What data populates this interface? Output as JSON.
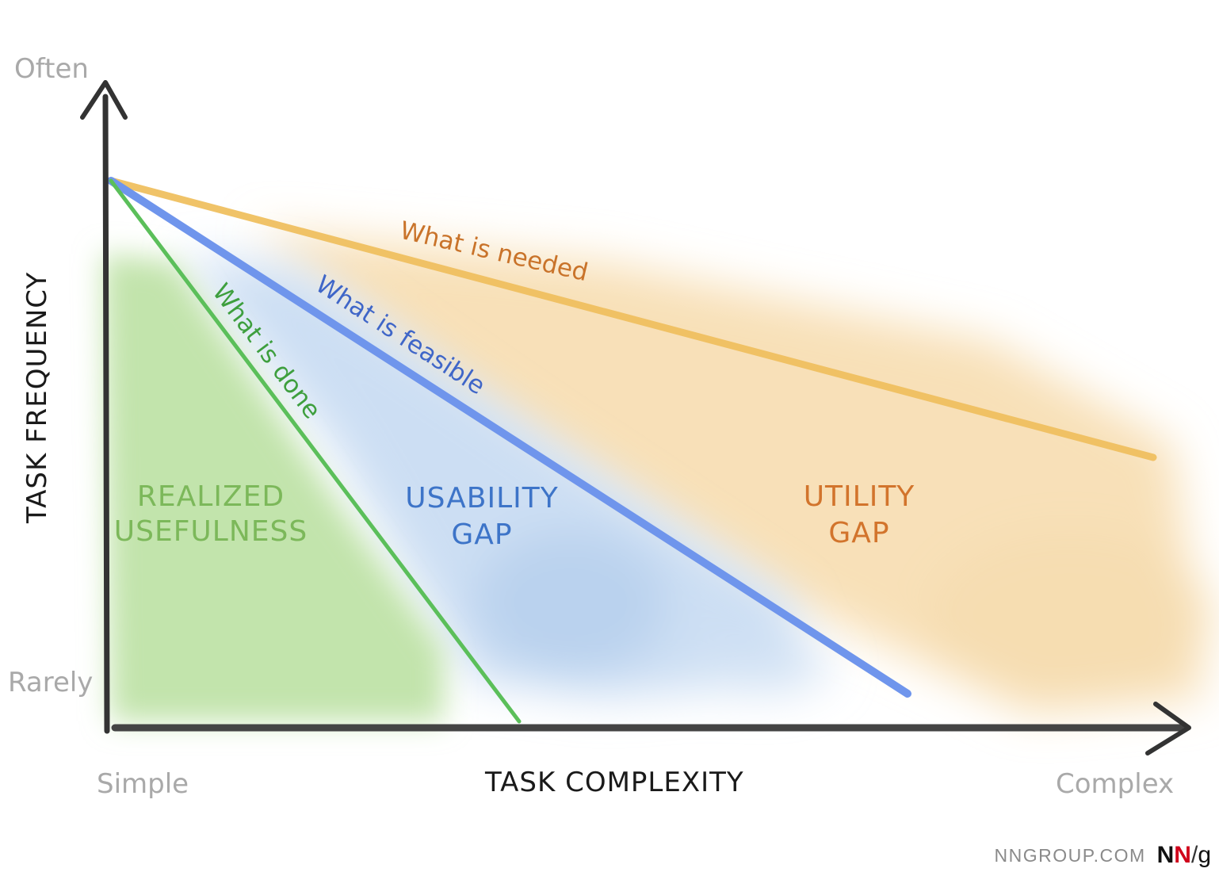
{
  "diagram": {
    "axes": {
      "y": {
        "title": "TASK FREQUENCY",
        "top_label": "Often",
        "bottom_label": "Rarely"
      },
      "x": {
        "title": "TASK COMPLEXITY",
        "left_label": "Simple",
        "right_label": "Complex"
      }
    },
    "lines": [
      {
        "id": "needed",
        "label": "What is needed",
        "color": "#f0c060",
        "text_color": "#c9732a"
      },
      {
        "id": "feasible",
        "label": "What is feasible",
        "color": "#6f95ec",
        "text_color": "#3f66c8"
      },
      {
        "id": "done",
        "label": "What is done",
        "color": "#5bbf5a",
        "text_color": "#3e9f3e"
      }
    ],
    "regions": [
      {
        "id": "realized",
        "line1": "REALIZED",
        "line2": "USEFULNESS",
        "color": "#7cb85a"
      },
      {
        "id": "usability",
        "line1": "USABILITY",
        "line2": "GAP",
        "color": "#3d74c8"
      },
      {
        "id": "utility",
        "line1": "UTILITY",
        "line2": "GAP",
        "color": "#d2742c"
      }
    ],
    "colors": {
      "axis": "#333333",
      "green_fill": "#bfe3a8",
      "blue_fill": "#c9dcf2",
      "orange_fill": "#f7ddb0"
    }
  },
  "footer": {
    "site": "NNGROUP.COM",
    "logo_n1": "N",
    "logo_n2": "N",
    "logo_slash": "/",
    "logo_g": "g"
  }
}
